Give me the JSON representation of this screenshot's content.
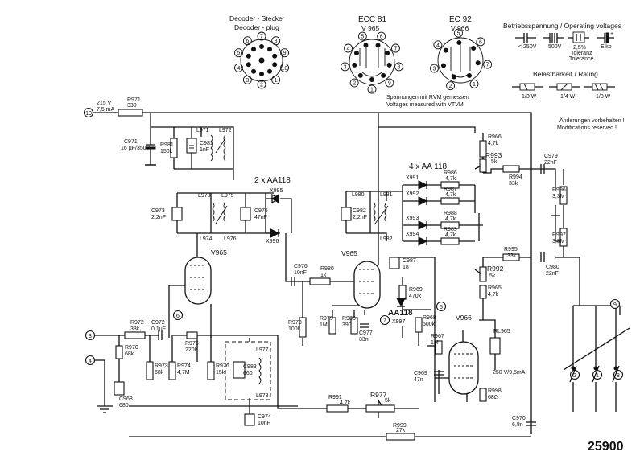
{
  "drawing_number": "25900",
  "header": {
    "decoder_plug_de": "Decoder - Stecker",
    "decoder_plug_en": "Decoder - plug",
    "tube1_type": "ECC 81",
    "tube1_ref": "V 965",
    "tube2_type": "EC 92",
    "tube2_ref": "V 966",
    "voltage_title": "Betriebsspannung / Operating voltages",
    "cap_v1": "< 250V",
    "cap_v2": "500V",
    "cap_v3": "2,5%",
    "cap_v3b": "Toleranz",
    "cap_v3c": "Tolerance",
    "cap_v4": "Elko",
    "rating_title": "Belastbarkeit / Rating",
    "rating_1": "1/3 W",
    "rating_2": "1/4 W",
    "rating_3": "1/8 W",
    "vtvm_de": "Spannungen mit  RVM gemessen",
    "vtvm_en": "Voltages measured with VTVM",
    "changes_de": "Änderungen vorbehalten !",
    "changes_en": "Modifications reserved !"
  },
  "plug_pins": [
    "7",
    "8",
    "9",
    "10",
    "1",
    "2",
    "3",
    "4",
    "5",
    "6"
  ],
  "tube1_pins": [
    "1",
    "2",
    "3",
    "4",
    "5",
    "6",
    "7",
    "8",
    "9"
  ],
  "tube2_pins": [
    "1",
    "2",
    "3",
    "4",
    "5",
    "6",
    "7"
  ],
  "input": {
    "supply_v": "215 V",
    "supply_i": "7,5 mA",
    "terminals": [
      "10",
      "3",
      "4",
      "6",
      "5",
      "7",
      "9",
      "2",
      "1",
      "8"
    ]
  },
  "parts": {
    "R971": {
      "ref": "R971",
      "val": "330"
    },
    "C971": {
      "ref": "C971",
      "val": "16 µF/350V"
    },
    "R981": {
      "ref": "R981",
      "val": "150k"
    },
    "C981": {
      "ref": "C981",
      "val": "1nF"
    },
    "L971": {
      "ref": "L971"
    },
    "L972": {
      "ref": "L972"
    },
    "diode_pair": "2 x AA118",
    "X995": "X995",
    "X996": "X996",
    "L973": "L973",
    "L975": "L975",
    "L974": "L974",
    "L976": "L976",
    "C973": {
      "ref": "C973",
      "val": "2,2nF"
    },
    "C975": {
      "ref": "C975",
      "val": "47nF"
    },
    "V965a": "V965",
    "V965b": "V965",
    "C976": {
      "ref": "C976",
      "val": "10nF"
    },
    "R980": {
      "ref": "R980",
      "val": "1k"
    },
    "R978": {
      "ref": "R978",
      "val": "100k"
    },
    "R979": {
      "ref": "R979",
      "val": "1M"
    },
    "R985": {
      "ref": "R985",
      "val": "390"
    },
    "C977": {
      "ref": "C977",
      "val": "33n"
    },
    "R972": {
      "ref": "R972",
      "val": "33k"
    },
    "C972": {
      "ref": "C972",
      "val": "0,1µF"
    },
    "R975": {
      "ref": "R975",
      "val": "220k"
    },
    "R970": {
      "ref": "R970",
      "val": "68k"
    },
    "R973": {
      "ref": "R973",
      "val": "68k"
    },
    "R974": {
      "ref": "R974",
      "val": "4,7M"
    },
    "R976": {
      "ref": "R976",
      "val": "15k"
    },
    "C968": {
      "ref": "C968",
      "val": "680"
    },
    "L977": "L977",
    "C983": {
      "ref": "C983",
      "val": "660"
    },
    "L978": "L978",
    "C974": {
      "ref": "C974",
      "val": "10nF"
    },
    "R991": {
      "ref": "R991",
      "val": "4,7k"
    },
    "R977": {
      "ref": "R977",
      "val": "5k"
    },
    "R999": {
      "ref": "R999",
      "val": "27k"
    },
    "L980": "L980",
    "L981": "L981",
    "L982": "L982",
    "C982": {
      "ref": "C982",
      "val": "2,2nF"
    },
    "C987": {
      "ref": "C987",
      "val": "18"
    },
    "diode_quad": "4 x AA 118",
    "X991": "X991",
    "X992": "X992",
    "X993": "X993",
    "X994": "X994",
    "R986": {
      "ref": "R986",
      "val": "4,7k"
    },
    "R987": {
      "ref": "R987",
      "val": "4,7k"
    },
    "R988": {
      "ref": "R988",
      "val": "4,7k"
    },
    "R989": {
      "ref": "R989",
      "val": "4,7k"
    },
    "R969": {
      "ref": "R969",
      "val": "470k"
    },
    "diode_single": "AA118",
    "X997": "X997",
    "R968": {
      "ref": "R968",
      "val": "500k"
    },
    "R967": {
      "ref": "R967",
      "val": "1M"
    },
    "C969": {
      "ref": "C969",
      "val": "47n"
    },
    "V966": "V966",
    "RL965": "RL965",
    "relay_rating": "250 V/9,5mA",
    "R998": {
      "ref": "R998",
      "val": "68Ω"
    },
    "C970": {
      "ref": "C970",
      "val": "6,8n"
    },
    "R966": {
      "ref": "R966",
      "val": "4,7k"
    },
    "R993": {
      "ref": "R993",
      "val": "5k"
    },
    "R994": {
      "ref": "R994",
      "val": "33k"
    },
    "C979": {
      "ref": "C979",
      "val": "22nF"
    },
    "R996": {
      "ref": "R996",
      "val": "3,3M"
    },
    "R997": {
      "ref": "R997",
      "val": "3,3M"
    },
    "R995": {
      "ref": "R995",
      "val": "33k"
    },
    "R992": {
      "ref": "R992",
      "val": "5k"
    },
    "R965": {
      "ref": "R965",
      "val": "4,7k"
    },
    "C980": {
      "ref": "C980",
      "val": "22nF"
    }
  }
}
